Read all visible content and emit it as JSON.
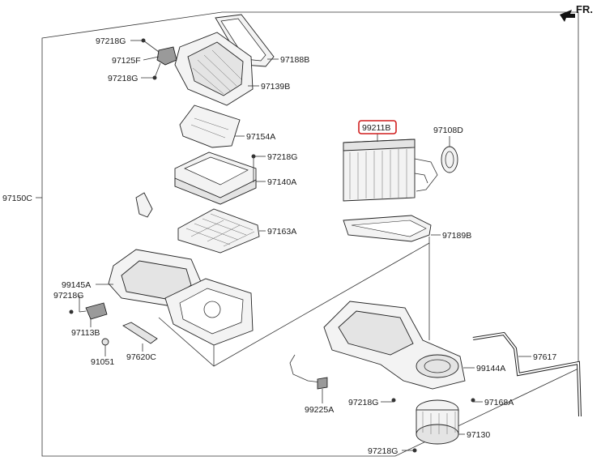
{
  "orientation": {
    "label": "FR."
  },
  "labels": {
    "p97218G_a": "97218G",
    "p97125F": "97125F",
    "p97218G_b": "97218G",
    "p97188B": "97188B",
    "p97139B": "97139B",
    "p97154A": "97154A",
    "p97218G_c": "97218G",
    "p97140A": "97140A",
    "p97163A": "97163A",
    "p97150C": "97150C",
    "p99211B": "99211B",
    "p97108D": "97108D",
    "p97189B": "97189B",
    "p99145A": "99145A",
    "p97218G_d": "97218G",
    "p97113B": "97113B",
    "p91051": "91051",
    "p97620C": "97620C",
    "p99144A": "99144A",
    "p97617": "97617",
    "p99225A": "99225A",
    "p97218G_e": "97218G",
    "p97168A": "97168A",
    "p97130": "97130",
    "p97218G_f": "97218G"
  },
  "highlight": {
    "part": "99211B",
    "color": "#d01f1f"
  }
}
